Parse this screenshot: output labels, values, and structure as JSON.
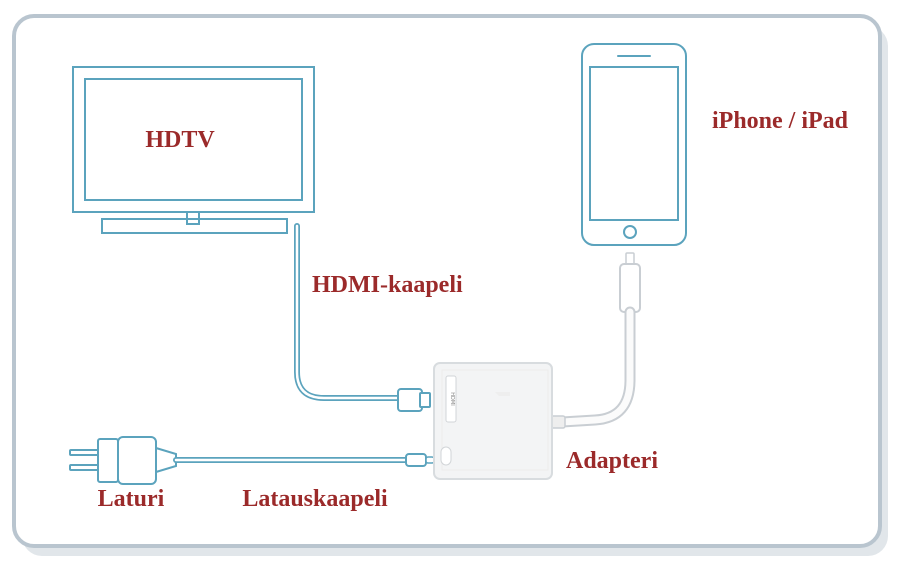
{
  "labels": {
    "hdtv": "HDTV",
    "device": "iPhone / iPad",
    "hdmi_cable": "HDMI-kaapeli",
    "adapter": "Adapteri",
    "charger": "Laturi",
    "charging_cable": "Latauskaapeli",
    "adapter_port": "HDMI"
  },
  "colors": {
    "outline": "#5ba3bd",
    "label": "#9b2a2a",
    "frame": "#b9c5cf",
    "shadow": "#d5dbe0",
    "adapter_body": "#f4f5f6",
    "cable": "#f7f7f7"
  }
}
